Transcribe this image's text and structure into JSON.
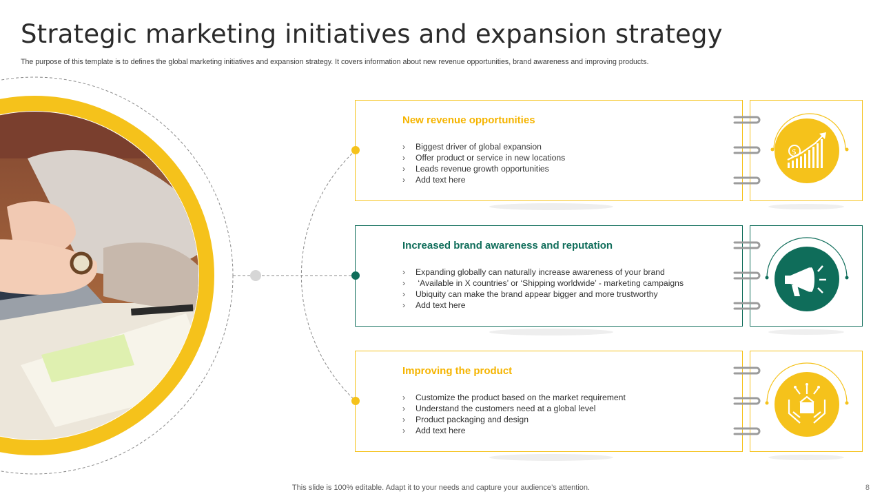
{
  "header": {
    "title": "Strategic marketing initiatives and expansion strategy",
    "subtitle": "The purpose of this template is to defines the global marketing initiatives and expansion strategy. It covers information about new revenue opportunities, brand awareness and improving products."
  },
  "colors": {
    "yellow": "#f5c21b",
    "green": "#0f6d5a",
    "grey_line": "#8a8a8a"
  },
  "cards": [
    {
      "title": "New revenue opportunities",
      "icon": "revenue-growth-chart-icon",
      "bullets": [
        "Biggest driver  of global expansion",
        "Offer product or service in new locations",
        "Leads revenue  growth opportunities",
        "Add text here"
      ]
    },
    {
      "title": "Increased brand awareness and reputation",
      "icon": "megaphone-icon",
      "bullets": [
        "Expanding globally can naturally increase awareness  of your brand",
        " ‘Available in X countries’ or ‘Shipping worldwide’  - marketing campaigns",
        "Ubiquity can make the brand appear bigger and more trustworthy",
        "Add text here"
      ]
    },
    {
      "title": "Improving the product",
      "icon": "product-hands-icon",
      "bullets": [
        "Customize the product based on the market requirement",
        "Understand the customers need at a global level",
        "Product packaging and design",
        "Add text here"
      ]
    }
  ],
  "bullet_glyph": "›",
  "footer": {
    "note": "This slide is 100% editable. Adapt it to your needs and capture your audience’s attention.",
    "page": "8"
  }
}
